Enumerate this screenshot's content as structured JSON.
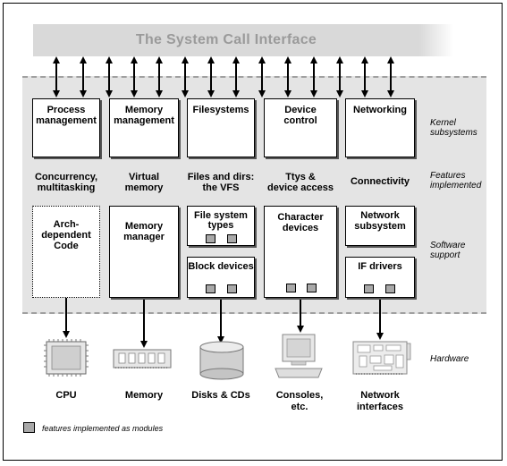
{
  "header": {
    "title": "The System Call Interface"
  },
  "side_labels": {
    "kernel": [
      "Kernel",
      "subsystems"
    ],
    "features": [
      "Features",
      "implemented"
    ],
    "software": [
      "Software",
      "support"
    ],
    "hardware": [
      "Hardware"
    ]
  },
  "subsystems": [
    [
      "Process",
      "management"
    ],
    [
      "Memory",
      "management"
    ],
    [
      "Filesystems"
    ],
    [
      "Device",
      "control"
    ],
    [
      "Networking"
    ]
  ],
  "features": [
    [
      "Concurrency,",
      "multitasking"
    ],
    [
      "Virtual",
      "memory"
    ],
    [
      "Files and dirs:",
      "the VFS"
    ],
    [
      "Ttys &",
      "device access"
    ],
    [
      "Connectivity"
    ]
  ],
  "software": {
    "arch": [
      "Arch-",
      "dependent",
      "Code"
    ],
    "memory_manager": [
      "Memory",
      "manager"
    ],
    "fs_types": [
      "File system",
      "types"
    ],
    "block_devices": [
      "Block devices"
    ],
    "char_devices": [
      "Character",
      "devices"
    ],
    "net_subsystem": [
      "Network",
      "subsystem"
    ],
    "if_drivers": [
      "IF drivers"
    ]
  },
  "hardware": [
    [
      "CPU"
    ],
    [
      "Memory"
    ],
    [
      "Disks & CDs"
    ],
    [
      "Consoles,",
      "etc."
    ],
    [
      "Network",
      "interfaces"
    ]
  ],
  "legend": {
    "text": "features implemented as modules"
  },
  "colors": {
    "module": "#a9a9a9",
    "band": "#e4e4e4",
    "header": "#d9d9d9",
    "header_text": "#9a9a9a"
  }
}
